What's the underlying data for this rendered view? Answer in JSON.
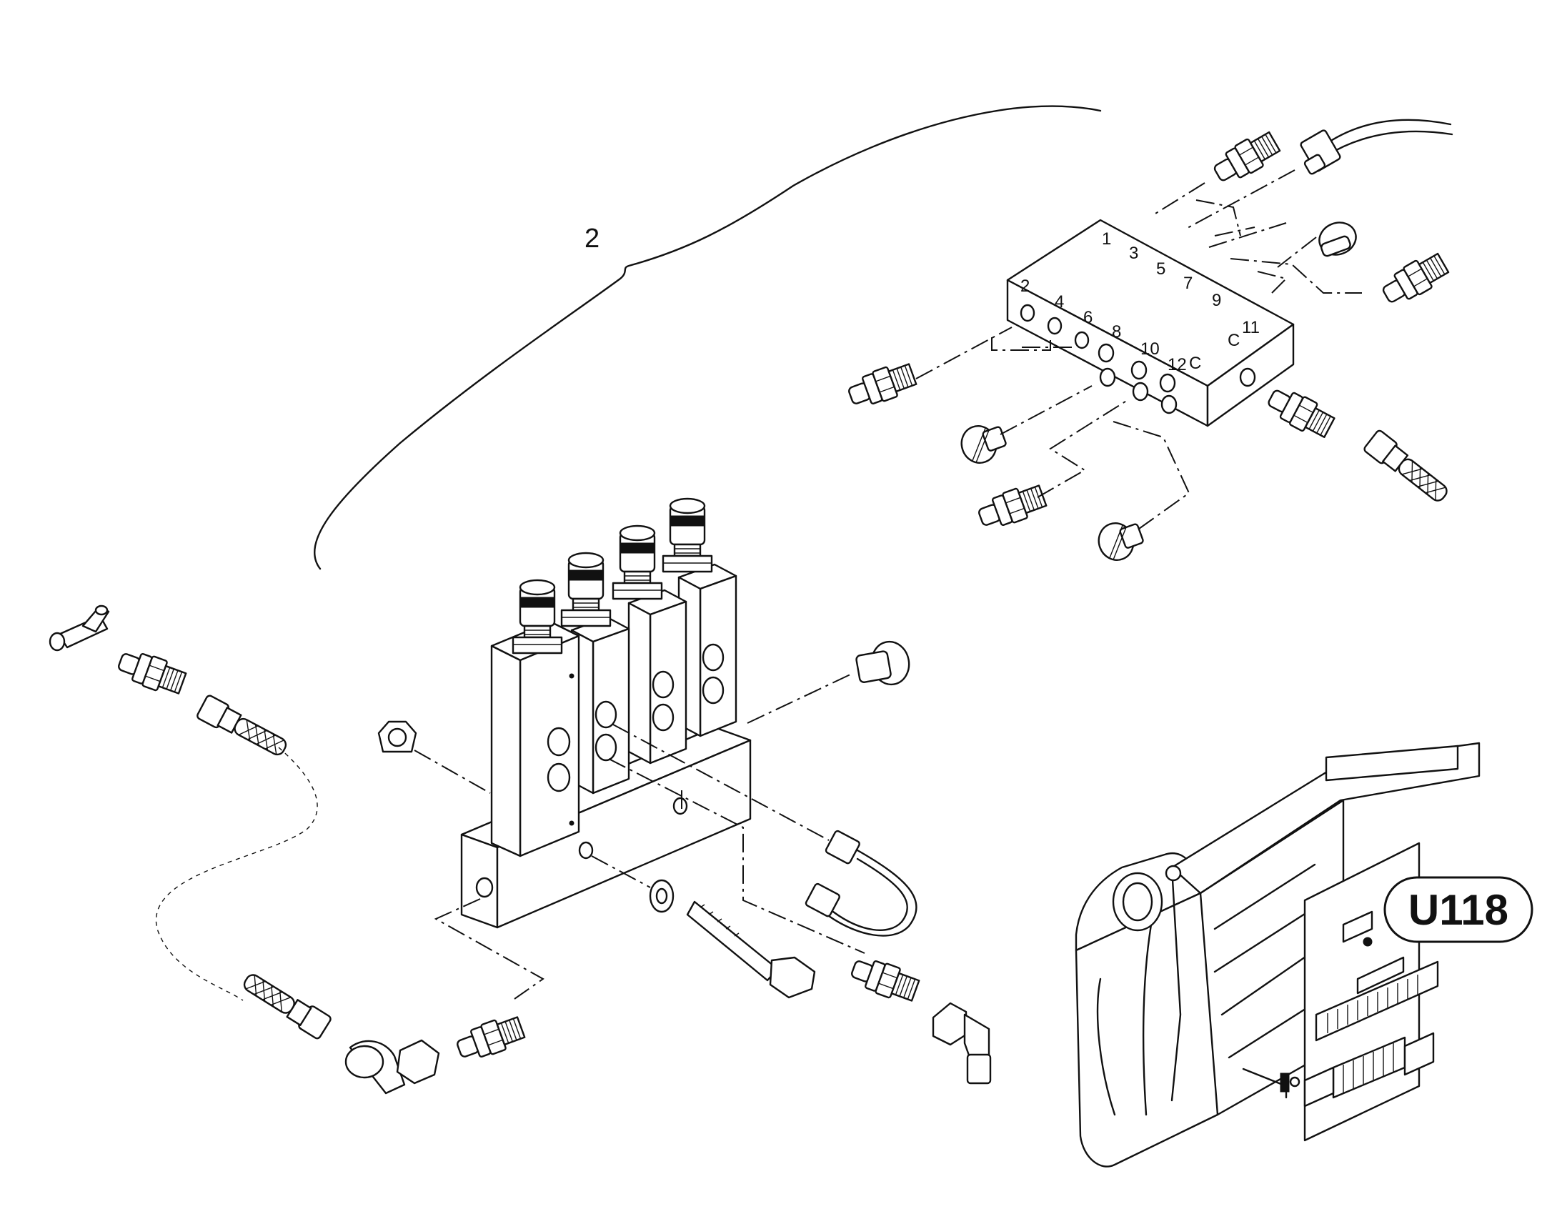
{
  "diagram": {
    "item_callout": "2",
    "figure_code": "U118",
    "port_labels": [
      "1",
      "2",
      "3",
      "4",
      "5",
      "6",
      "7",
      "8",
      "9",
      "10",
      "11",
      "12"
    ],
    "port_markers": [
      "C",
      "C"
    ]
  },
  "colors": {
    "line": "#111111",
    "background": "#ffffff"
  }
}
